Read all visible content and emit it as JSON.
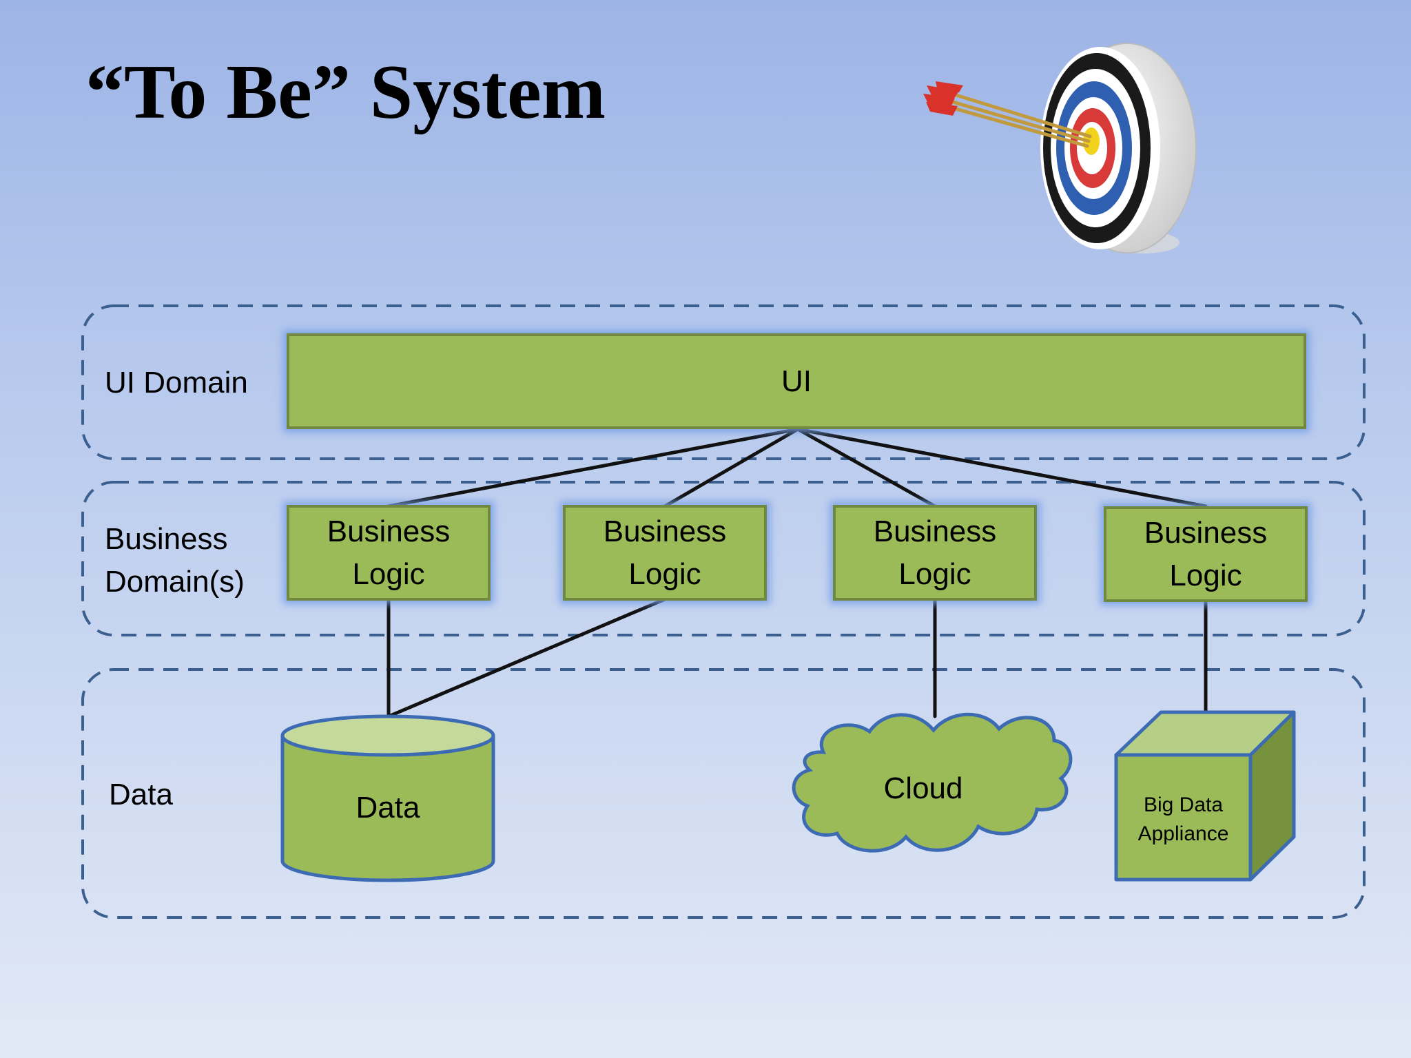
{
  "title": "“To Be” System",
  "domains": {
    "ui": "UI Domain",
    "business": [
      "Business",
      "Domain(s)"
    ],
    "data": "Data"
  },
  "ui_box": {
    "label": "UI"
  },
  "business_logic": [
    {
      "line1": "Business",
      "line2": "Logic"
    },
    {
      "line1": "Business",
      "line2": "Logic"
    },
    {
      "line1": "Business",
      "line2": "Logic"
    },
    {
      "line1": "Business",
      "line2": "Logic"
    }
  ],
  "data_stores": {
    "database": "Data",
    "cloud": "Cloud",
    "appliance": [
      "Big Data",
      "Appliance"
    ]
  },
  "colors": {
    "box_fill": "#9bbb59",
    "box_border": "#71893f",
    "dashed_border": "#3b5f8f",
    "shape_outline": "#3d6bb3"
  },
  "icon": "target-with-arrows-icon"
}
